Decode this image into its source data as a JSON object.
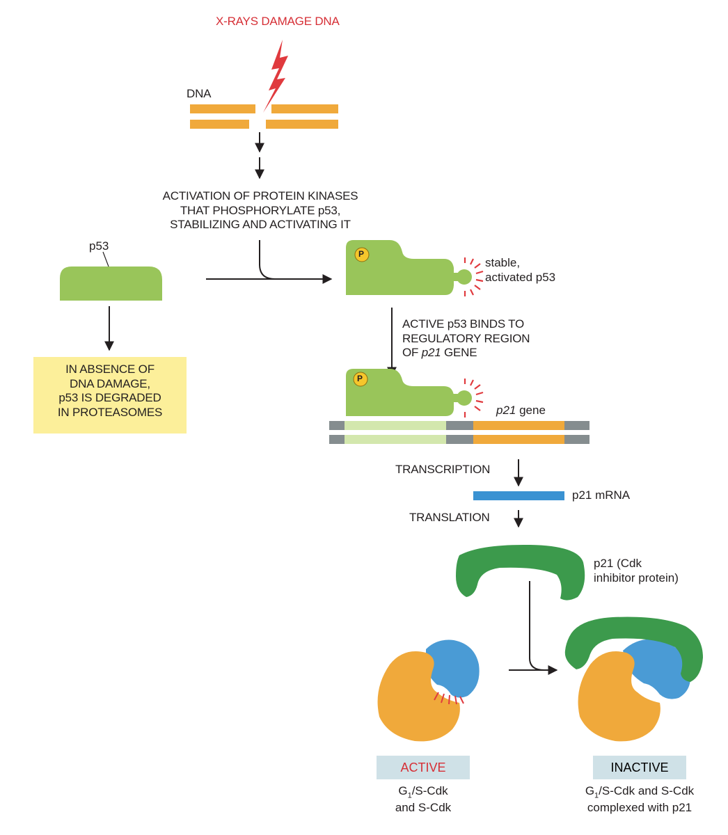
{
  "labels": {
    "xrays": "X-RAYS DAMAGE DNA",
    "dna": "DNA",
    "activation": [
      "ACTIVATION OF PROTEIN KINASES",
      "THAT PHOSPHORYLATE p53,",
      "STABILIZING AND ACTIVATING IT"
    ],
    "p53": "p53",
    "phospho": "P",
    "stable": [
      "stable,",
      "activated p53"
    ],
    "degraded": [
      "IN ABSENCE OF",
      "DNA DAMAGE,",
      "p53 IS DEGRADED",
      "IN PROTEASOMES"
    ],
    "binds": {
      "line1": "ACTIVE p53 BINDS TO",
      "line2": "REGULATORY REGION",
      "line3_pre": "OF ",
      "line3_italic": "p21",
      "line3_post": " GENE"
    },
    "gene": {
      "italic": "p21",
      "rest": " gene"
    },
    "transcription": "TRANSCRIPTION",
    "mrna": "p21 mRNA",
    "translation": "TRANSLATION",
    "p21_protein": [
      "p21 (Cdk",
      "inhibitor protein)"
    ],
    "active_tag": "ACTIVE",
    "inactive_tag": "INACTIVE",
    "active_caption": {
      "l1_pre": "G",
      "l1_sub": "1",
      "l1_post": "/S-Cdk",
      "l2": "and S-Cdk"
    },
    "inactive_caption": {
      "l1_pre": "G",
      "l1_sub": "1",
      "l1_post": "/S-Cdk and S-Cdk",
      "l2": "complexed with p21"
    }
  },
  "colors": {
    "dna_orange": "#f0a93b",
    "p53_green": "#99c55a",
    "p21_green": "#3c9a4c",
    "cdk_orange": "#f0a93b",
    "cdk_blue": "#4a9bd5",
    "mrna_blue": "#3a92d2",
    "gene_gray": "#858d8f",
    "gene_lightgreen": "#d3e7ad",
    "phospho_yellow": "#f5c62c",
    "lightning_red": "#e03a3e",
    "tag_bg": "#cfe1e7",
    "yellow_box": "#fcef9a"
  }
}
